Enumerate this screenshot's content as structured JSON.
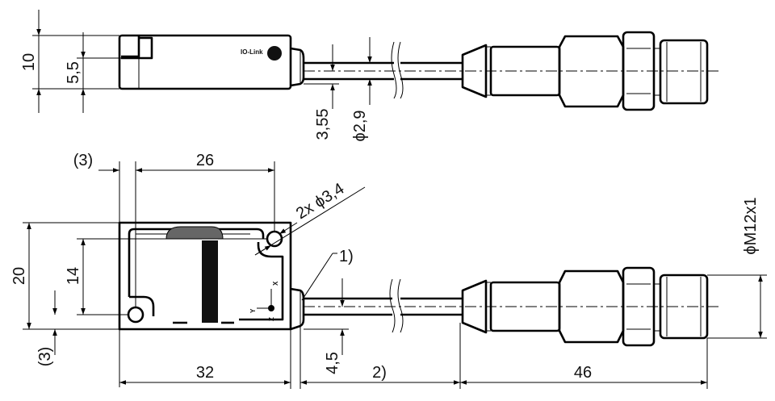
{
  "top_view": {
    "logo": "IO-Link",
    "dims": {
      "height_total": "10",
      "height_slot": "5,5",
      "cable_offset": "3,55",
      "cable_diameter": "ϕ2,9"
    }
  },
  "front_view": {
    "dims": {
      "offset_left": "(3)",
      "width_inner": "26",
      "holes": "2x ϕ3,4",
      "note_1": "1)",
      "connector_thread": "ϕM12x1",
      "height_total": "20",
      "hole_spacing": "14",
      "offset_bottom": "(3)",
      "width_total": "32",
      "cable_offset": "4,5",
      "cable_length": "2)",
      "connector_length": "46"
    },
    "axes": {
      "x": "X",
      "y": "Y",
      "z": "Z"
    }
  }
}
